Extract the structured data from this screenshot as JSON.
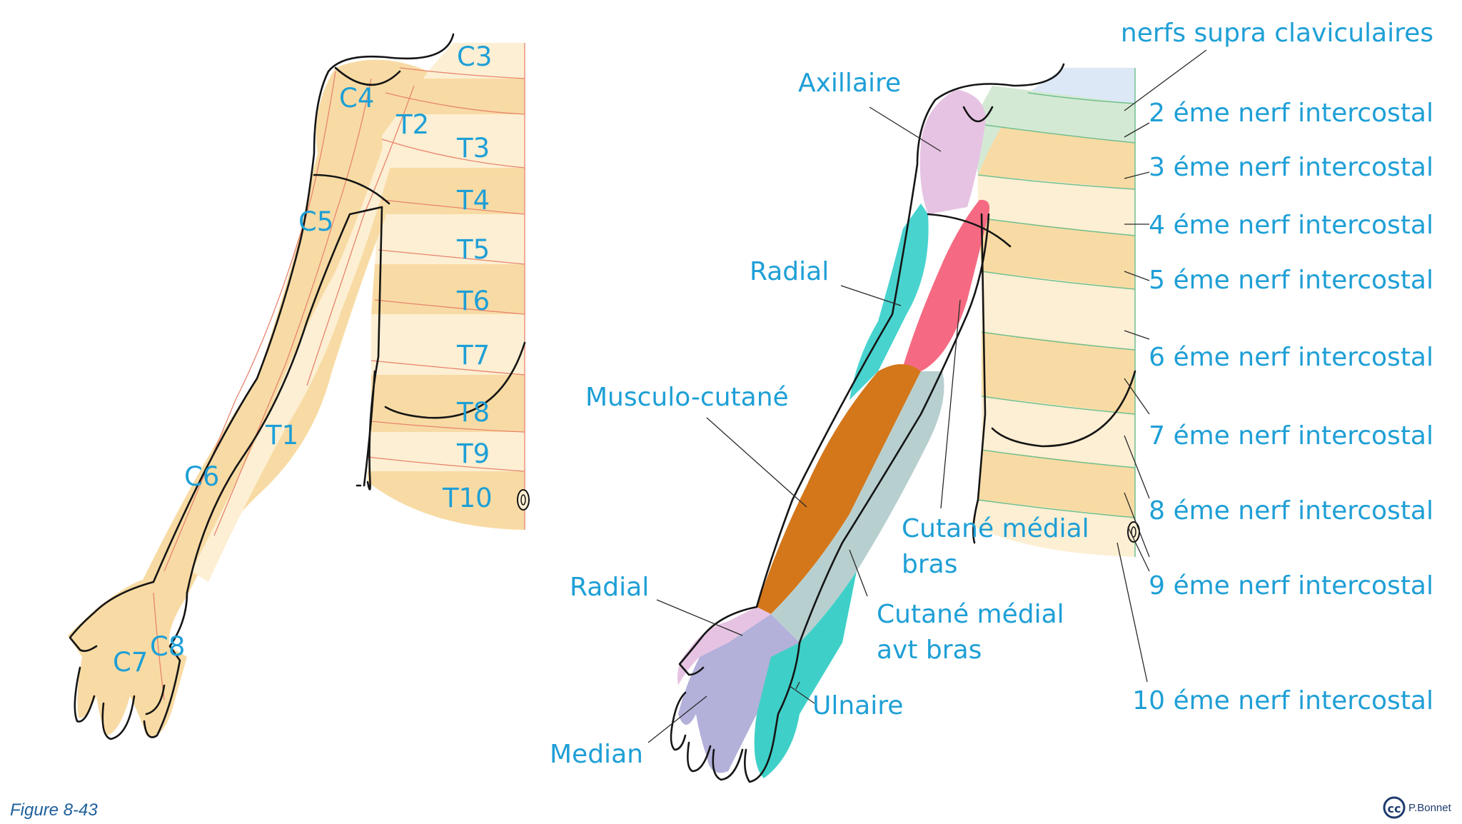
{
  "left_labels": {
    "c3": "C3",
    "c4": "C4",
    "t2": "T2",
    "t3": "T3",
    "t4": "T4",
    "c5": "C5",
    "t5": "T5",
    "t6": "T6",
    "t7": "T7",
    "t8": "T8",
    "t1": "T1",
    "t9": "T9",
    "c6": "C6",
    "t10": "T10",
    "c8": "C8",
    "c7": "C7"
  },
  "right_labels": {
    "axillaire": "Axillaire",
    "radial_upper": "Radial",
    "musculo": "Musculo-cutané",
    "radial_lower": "Radial",
    "median": "Median",
    "ulnaire": "Ulnaire",
    "cut_bras_1": "Cutané médial",
    "cut_bras_2": "bras",
    "cut_avt_1": "Cutané médial",
    "cut_avt_2": "avt bras",
    "supra": "nerfs supra claviculaires",
    "ic2": "2 éme nerf intercostal",
    "ic3": "3 éme nerf intercostal",
    "ic4": "4 éme nerf intercostal",
    "ic5": "5 éme nerf intercostal",
    "ic6": "6 éme nerf intercostal",
    "ic7": "7 éme nerf intercostal",
    "ic8": "8 éme nerf intercostal",
    "ic9": "9 éme nerf intercostal",
    "ic10": "10 éme nerf intercostal"
  },
  "footer": {
    "figure": "Figure 8-43",
    "cc": "cc",
    "author": "P.Bonnet"
  },
  "colors": {
    "label": "#1e9fd6",
    "skin_dark": "#f8dba4",
    "skin_light": "#fdefd3",
    "axillary": "#e6c3e3",
    "radial": "#48d3cf",
    "medial_arm": "#f56a82",
    "musculocutaneous": "#d4771a",
    "medial_forearm": "#b8cfd0",
    "median": "#b3b0da",
    "ulnar": "#3ed0c8",
    "supraclavicular": "#dce8f6",
    "t2_band": "#d4e9d4"
  }
}
